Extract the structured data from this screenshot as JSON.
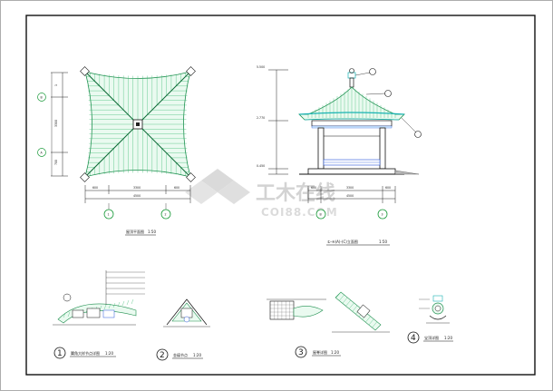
{
  "drawing": {
    "plan": {
      "title": "屋顶平面图",
      "scale": "1:50"
    },
    "elevation": {
      "title": "①-④(A)-(C)立面图",
      "scale": "1:50"
    },
    "details": [
      {
        "number": "1",
        "title": "翼角大样节点详图",
        "scale": "1:20"
      },
      {
        "number": "2",
        "title": "金檩节点",
        "scale": "1:20"
      },
      {
        "number": "3",
        "title": "屋脊详图",
        "scale": "1:20"
      },
      {
        "number": "4",
        "title": "宝顶详图",
        "scale": "1:20"
      }
    ],
    "grid_axes": {
      "plan": [
        "1",
        "2"
      ],
      "elevation": [
        "B",
        "3"
      ],
      "plan_side": [
        "B",
        "A"
      ]
    },
    "dimensions": {
      "plan_bottom": [
        "600",
        "3300",
        "600"
      ],
      "plan_total": "4500",
      "plan_left": [
        "1",
        "3300",
        "700"
      ],
      "elev_bottom": [
        "600",
        "3300",
        "600"
      ],
      "elev_total": "4500",
      "elev_left": [
        "5.500",
        "2.770",
        "0.450"
      ]
    },
    "watermark": {
      "line1": "工木在线",
      "line2": "COI88.COM"
    },
    "colors": {
      "roof": "#2fb86a",
      "line": "#1a1a1a",
      "cyan": "#1bb3b3",
      "blue": "#2a58d9"
    }
  }
}
